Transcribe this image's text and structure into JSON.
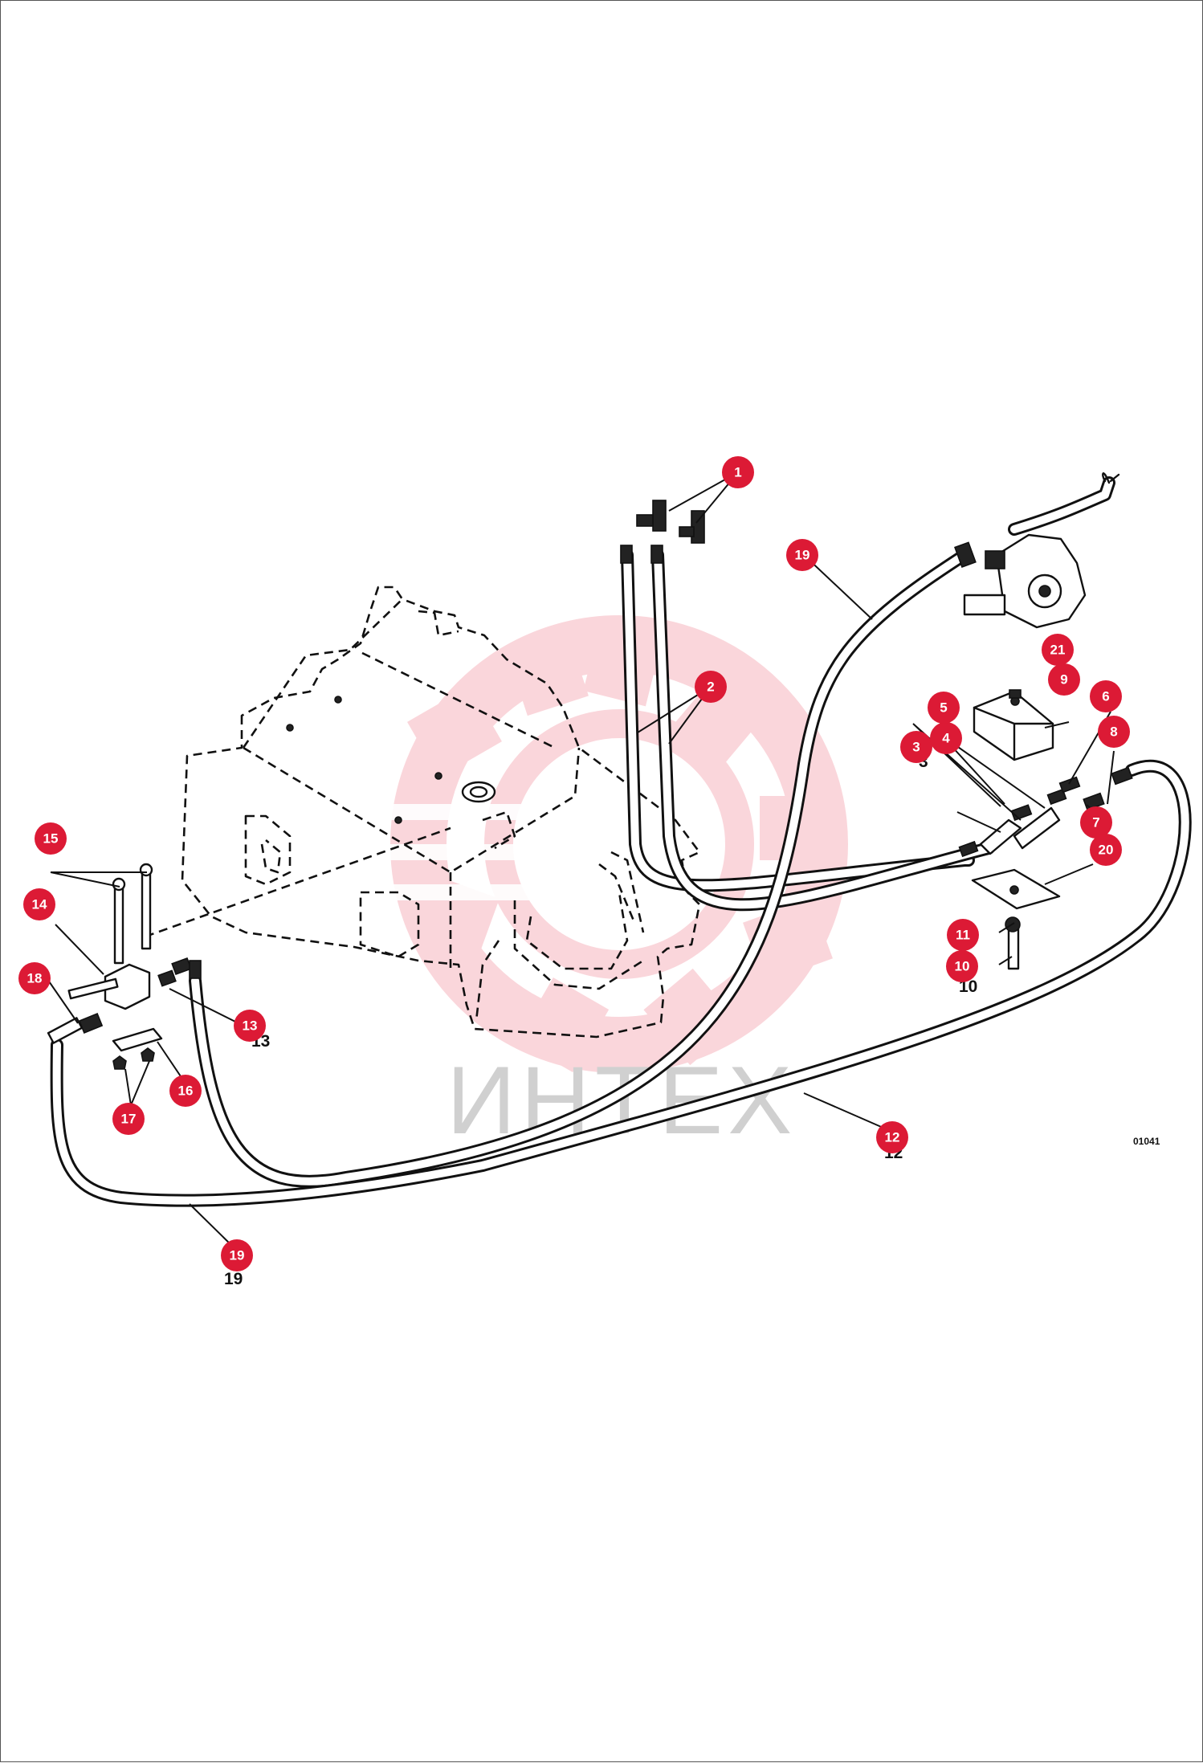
{
  "drawing_code": "01041",
  "watermark": {
    "text": "ИНТЕХ",
    "color": "#f6b5bd"
  },
  "callout_color": "#dc1a35",
  "callouts": [
    "1",
    "2",
    "3",
    "4",
    "5",
    "6",
    "7",
    "8",
    "9",
    "10",
    "11",
    "12",
    "13",
    "14",
    "15",
    "16",
    "17",
    "18",
    "19",
    "19",
    "20",
    "21"
  ],
  "plain_labels": [
    "3",
    "10",
    "12",
    "13",
    "19"
  ]
}
